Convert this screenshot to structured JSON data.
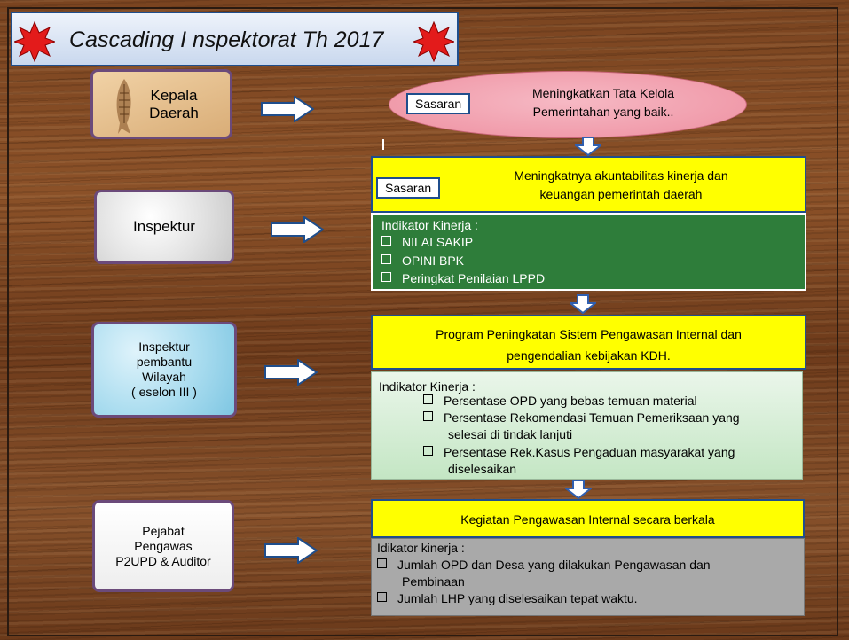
{
  "title": {
    "text": "Cascading I nspektorat Th 2017"
  },
  "roles": [
    {
      "lines": [
        "Kepala",
        "Daerah"
      ]
    },
    {
      "lines": [
        "Inspektur"
      ]
    },
    {
      "lines": [
        "Inspektur",
        "pembantu",
        "Wilayah",
        "( eselon III )"
      ]
    },
    {
      "lines": [
        "Pejabat",
        "Pengawas",
        "P2UPD & Auditor"
      ]
    }
  ],
  "level1": {
    "tag": "Sasaran",
    "text_lines": [
      "Meningkatkan Tata Kelola",
      "Pemerintahan yang baik.."
    ]
  },
  "level2": {
    "tag": "Sasaran",
    "text_lines": [
      "Meningkatnya akuntabilitas kinerja dan",
      "keuangan pemerintah daerah"
    ],
    "indicator_heading": "Indikator Kinerja :",
    "indicators": [
      "NILAI  SAKIP",
      "OPINI  BPK",
      "Peringkat Penilaian LPPD"
    ]
  },
  "level3": {
    "program_lines": [
      "Program Peningkatan Sistem Pengawasan Internal dan",
      "pengendalian kebijakan KDH."
    ],
    "indicator_heading": "Indikator Kinerja :",
    "indicators": [
      {
        "lines": [
          "Persentase OPD yang bebas temuan material"
        ]
      },
      {
        "lines": [
          "Persentase Rekomendasi Temuan Pemeriksaan  yang",
          "selesai di tindak lanjuti"
        ]
      },
      {
        "lines": [
          "Persentase  Rek.Kasus Pengaduan masyarakat yang",
          "diselesaikan"
        ]
      }
    ]
  },
  "level4": {
    "kegiatan": "Kegiatan Pengawasan Internal secara berkala",
    "indicator_heading": "Idikator kinerja :",
    "indicators": [
      {
        "lines": [
          "Jumlah OPD dan Desa yang dilakukan Pengawasan dan",
          "Pembinaan"
        ]
      },
      {
        "lines": [
          "Jumlah LHP yang diselesaikan tepat  waktu."
        ]
      }
    ]
  },
  "colors": {
    "frame_blue": "#1f4e8c",
    "star_red": "#e31b1b",
    "yellow": "#ffff00",
    "indicator_green": "#2e7d3a",
    "ellipse_pink": "#f2a6b3",
    "arrow_blue": "#2f5fb0"
  }
}
